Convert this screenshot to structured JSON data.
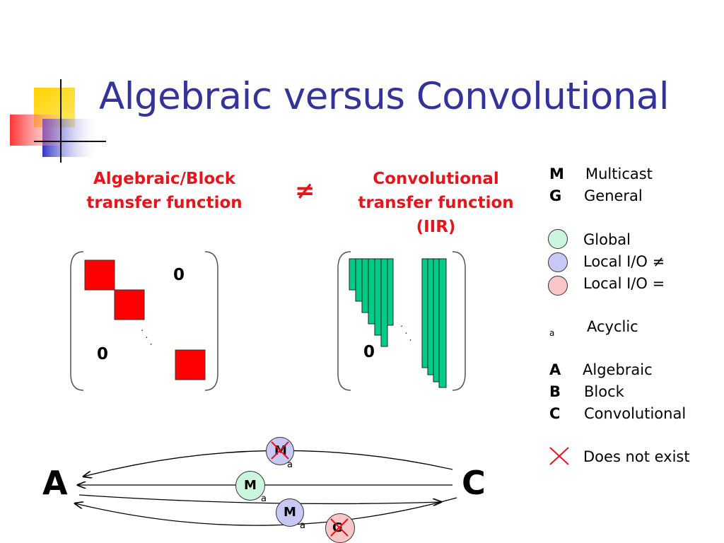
{
  "title": "Algebraic versus Convolutional",
  "left_heading": [
    "Algebraic/Block",
    "transfer function"
  ],
  "right_heading": [
    "Convolutional",
    "transfer function",
    "(IIR)"
  ],
  "neq_symbol": "≠",
  "left_matrix": {
    "zero_top": "0",
    "zero_bottom": "0",
    "dots": "· · ·"
  },
  "right_matrix": {
    "zero_bottom": "0",
    "dots": "· · ·"
  },
  "legend": {
    "m_key": "M",
    "m_text": "Multicast",
    "g_key": "G",
    "g_text": "General",
    "global": "Global",
    "local_neq": "Local I/O ≠",
    "local_eq": "Local I/O =",
    "acyclic_sub": "a",
    "acyclic": "Acyclic",
    "a_key": "A",
    "a_text": "Algebraic",
    "b_key": "B",
    "b_text": "Block",
    "c_key": "C",
    "c_text": "Convolutional",
    "not_exist": "Does not exist",
    "colors": {
      "global": "#ccf5dd",
      "local_neq": "#c8c8f5",
      "local_eq": "#f8c6c6",
      "cross": "#e8141c"
    }
  },
  "bottom": {
    "A": "A",
    "C": "C",
    "node1_letter": "M",
    "node1_sub": "a",
    "node2_letter": "M",
    "node2_sub": "a",
    "node3_letter": "M",
    "node3_sub": "a",
    "node4_letter": "G"
  },
  "colors": {
    "title": "#333399",
    "red": "#e8141c",
    "teal": "#00cc88",
    "block_red": "#ff0000"
  }
}
